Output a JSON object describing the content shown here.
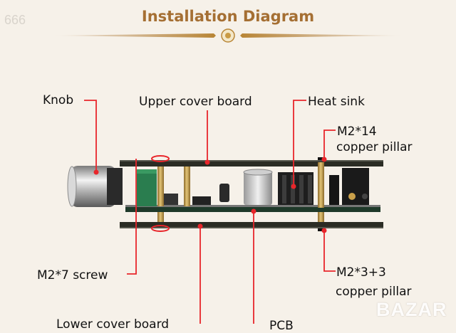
{
  "header": {
    "title": "Installation Diagram",
    "corner_mark": "666",
    "title_color": "#a56f33"
  },
  "watermark": {
    "text": "BAZAR"
  },
  "labels": {
    "knob": "Knob",
    "upper_cover_board": "Upper cover board",
    "heat_sink": "Heat sink",
    "m2_14_line1": "M2*14",
    "m2_14_line2": "copper pillar",
    "m2_7_screw": "M2*7 screw",
    "m2_3_3_line1": "M2*3+3",
    "m2_3_3_line2": "copper pillar",
    "lower_cover_board": "Lower cover board",
    "pcb": "PCB"
  },
  "colors": {
    "leader_line": "#e8262b",
    "board": "#2b2c24",
    "pcb": "#1f3a2a",
    "brass": "#c9a04a",
    "capacitor": "#2a7d4f"
  }
}
